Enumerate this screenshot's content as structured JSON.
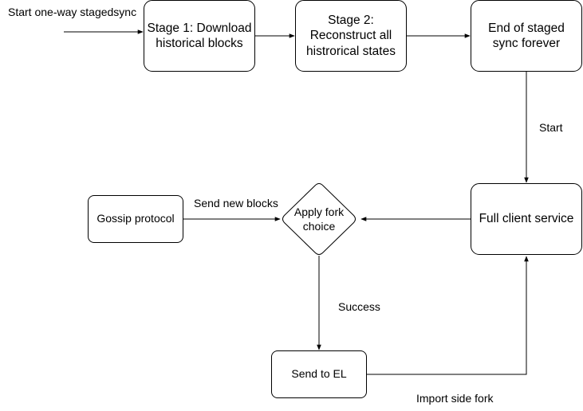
{
  "nodes": {
    "stage1": "Stage 1: Download\nhistorical blocks",
    "stage2": "Stage 2:\nReconstruct all\nhistrorical states",
    "end_sync": "End of staged\nsync forever",
    "full_client": "Full client service",
    "fork_choice": "Apply fork\nchoice",
    "gossip": "Gossip protocol",
    "send_el": "Send to EL"
  },
  "edge_labels": {
    "start_one_way": "Start one-way stagedsync",
    "start": "Start",
    "send_new_blocks": "Send new blocks",
    "success": "Success",
    "import_side_fork": "Import side fork"
  },
  "colors": {
    "stroke": "#000000",
    "fill": "#ffffff"
  }
}
